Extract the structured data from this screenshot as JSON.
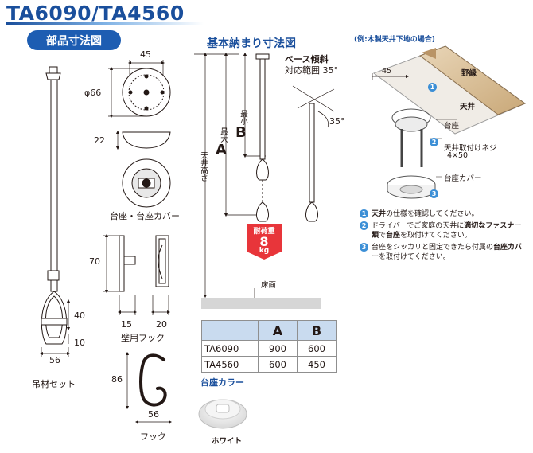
{
  "header": {
    "title": "TA6090/TA4560",
    "parts_label": "部品寸法図",
    "basic_label": "基本納まり寸法図",
    "example_label": "(例:木製天井下地の場合)"
  },
  "parts": {
    "hanger_set": {
      "dim_40": "40",
      "dim_10": "10",
      "dim_56": "56",
      "caption": "吊材セット"
    },
    "base": {
      "dim_45": "45",
      "dim_66": "φ66",
      "dim_22": "22",
      "caption": "台座・台座カバー"
    },
    "wall_hook": {
      "dim_70": "70",
      "dim_15": "15",
      "dim_20": "20",
      "caption": "壁用フック"
    },
    "hook": {
      "dim_86": "86",
      "dim_56": "56",
      "caption": "フック"
    }
  },
  "basic": {
    "ceiling_height": "天井高さ",
    "a_label": "A",
    "a_sub": "最大",
    "b_label": "B",
    "b_sub": "最小",
    "base_tilt": "ベース傾斜",
    "tilt_range": "対応範囲 35°",
    "angle": "35°",
    "floor": "床面",
    "load_title": "耐荷重",
    "load_value": "8",
    "load_unit": "kg"
  },
  "table": {
    "headers": [
      "",
      "A",
      "B"
    ],
    "rows": [
      [
        "TA6090",
        "900",
        "600"
      ],
      [
        "TA4560",
        "600",
        "450"
      ]
    ]
  },
  "color": {
    "title": "台座カラー",
    "name": "ホワイト"
  },
  "install": {
    "dim_45": "45",
    "joist": "野縁",
    "ceiling": "天井",
    "base": "台座",
    "screw": "天井取付けネジ",
    "screw_size": "4×50",
    "cover": "台座カバー",
    "callouts": [
      "1",
      "2",
      "3"
    ]
  },
  "notes": [
    {
      "num": "1",
      "pre": "",
      "b1": "天井",
      "mid": "の仕様を確認してください。",
      "b2": "",
      "post": ""
    },
    {
      "num": "2",
      "pre": "ドライバーでご家庭の天井に",
      "b1": "適切なファスナー類",
      "mid": "で",
      "b2": "台座",
      "post": "を取付けてください。"
    },
    {
      "num": "3",
      "pre": "台座をシッカリと固定できたら付属の",
      "b1": "台座カバー",
      "mid": "を取付けてください。",
      "b2": "",
      "post": ""
    }
  ],
  "colors": {
    "accent": "#1a4f9c",
    "badge": "#e8353a",
    "callout": "#3c8fd6",
    "header_cell": "#c9dbef"
  }
}
